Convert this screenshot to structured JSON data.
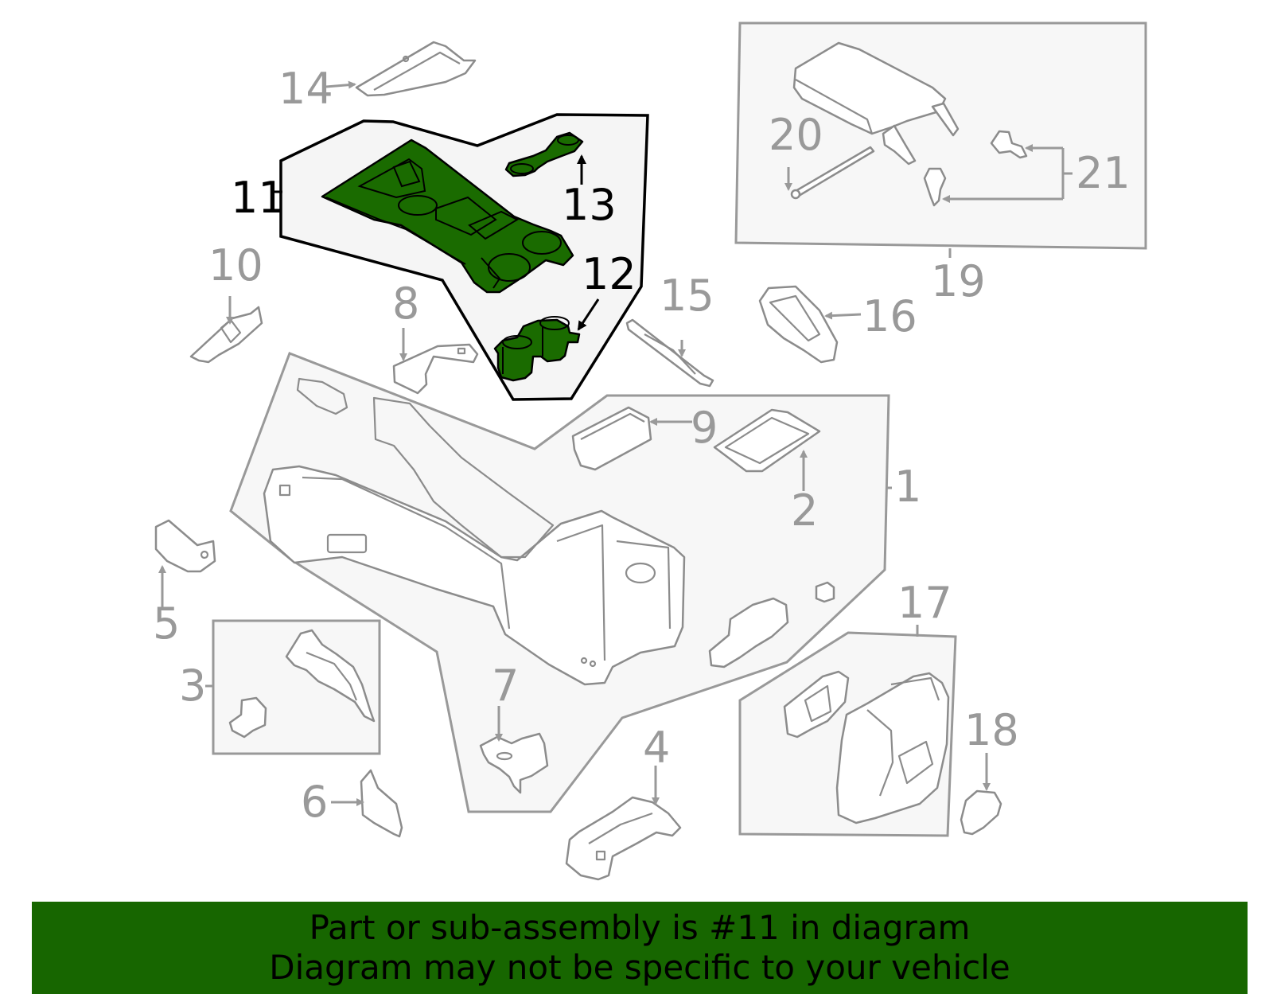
{
  "callouts": [
    "1",
    "2",
    "3",
    "4",
    "5",
    "6",
    "7",
    "8",
    "9",
    "10",
    "11",
    "12",
    "13",
    "14",
    "15",
    "16",
    "17",
    "18",
    "19",
    "20",
    "21"
  ],
  "highlighted_part": "11",
  "colors": {
    "highlight": "#1a6b00",
    "banner_bg": "#176600",
    "inactive_label": "#999999",
    "active_label": "#000000"
  },
  "banner": {
    "line1": "Part or sub-assembly is #11 in diagram",
    "line2": "Diagram may not be specific to your vehicle"
  }
}
